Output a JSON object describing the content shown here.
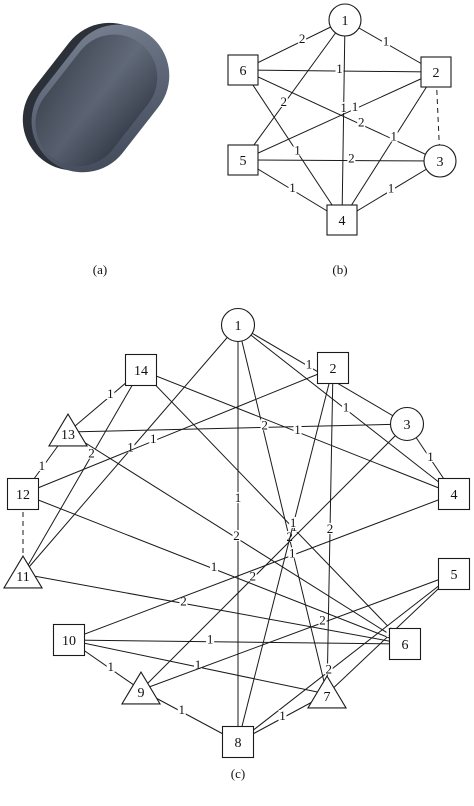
{
  "panels": {
    "a": {
      "caption": "(a)"
    },
    "b": {
      "caption": "(b)",
      "nodes": [
        {
          "id": "1",
          "shape": "circle"
        },
        {
          "id": "2",
          "shape": "square"
        },
        {
          "id": "3",
          "shape": "circle"
        },
        {
          "id": "4",
          "shape": "square"
        },
        {
          "id": "5",
          "shape": "square"
        },
        {
          "id": "6",
          "shape": "square"
        }
      ],
      "edges": [
        {
          "from": "6",
          "to": "1",
          "label": "2"
        },
        {
          "from": "1",
          "to": "2",
          "label": "1"
        },
        {
          "from": "6",
          "to": "2",
          "label": "1"
        },
        {
          "from": "1",
          "to": "4",
          "label": "1"
        },
        {
          "from": "1",
          "to": "5",
          "label": "2"
        },
        {
          "from": "6",
          "to": "4",
          "label": "1"
        },
        {
          "from": "6",
          "to": "3",
          "label": "2"
        },
        {
          "from": "5",
          "to": "2",
          "label": "1"
        },
        {
          "from": "5",
          "to": "3",
          "label": "2"
        },
        {
          "from": "5",
          "to": "4",
          "label": "1"
        },
        {
          "from": "4",
          "to": "3",
          "label": "1"
        },
        {
          "from": "2",
          "to": "4",
          "label": "1"
        },
        {
          "from": "2",
          "to": "3",
          "label": "",
          "style": "dashed"
        }
      ]
    },
    "c": {
      "caption": "(c)",
      "nodes": [
        {
          "id": "1",
          "shape": "circle"
        },
        {
          "id": "2",
          "shape": "square"
        },
        {
          "id": "3",
          "shape": "circle"
        },
        {
          "id": "4",
          "shape": "square"
        },
        {
          "id": "5",
          "shape": "square"
        },
        {
          "id": "6",
          "shape": "square"
        },
        {
          "id": "7",
          "shape": "triangle"
        },
        {
          "id": "8",
          "shape": "square"
        },
        {
          "id": "9",
          "shape": "triangle"
        },
        {
          "id": "10",
          "shape": "square"
        },
        {
          "id": "11",
          "shape": "triangle"
        },
        {
          "id": "12",
          "shape": "square"
        },
        {
          "id": "13",
          "shape": "triangle"
        },
        {
          "id": "14",
          "shape": "square"
        }
      ],
      "edges": [
        {
          "from": "1",
          "to": "3",
          "label": "1"
        },
        {
          "from": "1",
          "to": "4",
          "label": "1"
        },
        {
          "from": "1",
          "to": "7",
          "label": "2"
        },
        {
          "from": "1",
          "to": "8",
          "label": "1"
        },
        {
          "from": "1",
          "to": "11",
          "label": "1"
        },
        {
          "from": "13",
          "to": "3",
          "label": "2"
        },
        {
          "from": "14",
          "to": "13",
          "label": "1"
        },
        {
          "from": "14",
          "to": "4",
          "label": "1"
        },
        {
          "from": "14",
          "to": "6",
          "label": "1"
        },
        {
          "from": "14",
          "to": "11",
          "label": "2"
        },
        {
          "from": "13",
          "to": "6",
          "label": "2"
        },
        {
          "from": "13",
          "to": "12",
          "label": "1"
        },
        {
          "from": "12",
          "to": "2",
          "label": "1"
        },
        {
          "from": "12",
          "to": "6",
          "label": "1"
        },
        {
          "from": "12",
          "to": "11",
          "label": "",
          "style": "dashed"
        },
        {
          "from": "11",
          "to": "6",
          "label": "2"
        },
        {
          "from": "3",
          "to": "4",
          "label": "1"
        },
        {
          "from": "3",
          "to": "9",
          "label": "2"
        },
        {
          "from": "2",
          "to": "8",
          "label": "1"
        },
        {
          "from": "2",
          "to": "7",
          "label": "2"
        },
        {
          "from": "10",
          "to": "4",
          "label": "1"
        },
        {
          "from": "10",
          "to": "6",
          "label": "1"
        },
        {
          "from": "10",
          "to": "7",
          "label": "1"
        },
        {
          "from": "10",
          "to": "9",
          "label": "1"
        },
        {
          "from": "5",
          "to": "9",
          "label": "2"
        },
        {
          "from": "5",
          "to": "7",
          "label": "1"
        },
        {
          "from": "5",
          "to": "8",
          "label": "2"
        },
        {
          "from": "9",
          "to": "8",
          "label": "1"
        },
        {
          "from": "7",
          "to": "8",
          "label": "1"
        }
      ]
    }
  }
}
